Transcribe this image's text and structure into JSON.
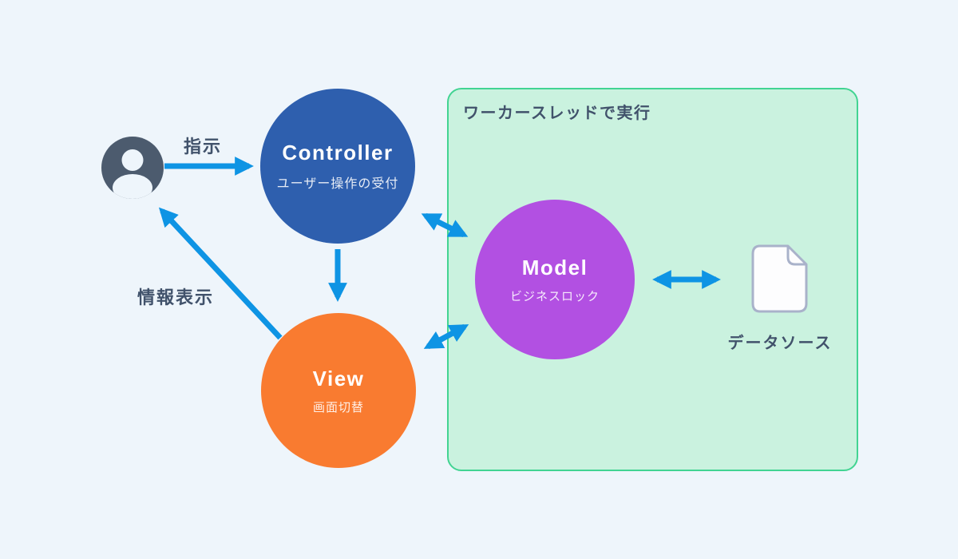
{
  "diagram": {
    "background_color": "#eef5fb",
    "arrow_color": "#0e94e4",
    "label_text_color": "#41526b"
  },
  "actor": {
    "icon": "person-icon",
    "color": "#4c5b6e"
  },
  "edges": {
    "instruction_label": "指示",
    "info_display_label": "情報表示"
  },
  "nodes": {
    "controller": {
      "title": "Controller",
      "subtitle": "ユーザー操作の受付",
      "color": "#2e5fae"
    },
    "view": {
      "title": "View",
      "subtitle": "画面切替",
      "color": "#f97b30"
    },
    "model": {
      "title": "Model",
      "subtitle": "ビジネスロック",
      "color": "#b250e2"
    }
  },
  "worker_box": {
    "title": "ワーカースレッドで実行",
    "fill": "#caf2df",
    "border": "#42d492"
  },
  "datasource": {
    "icon": "document-icon",
    "label": "データソース"
  }
}
